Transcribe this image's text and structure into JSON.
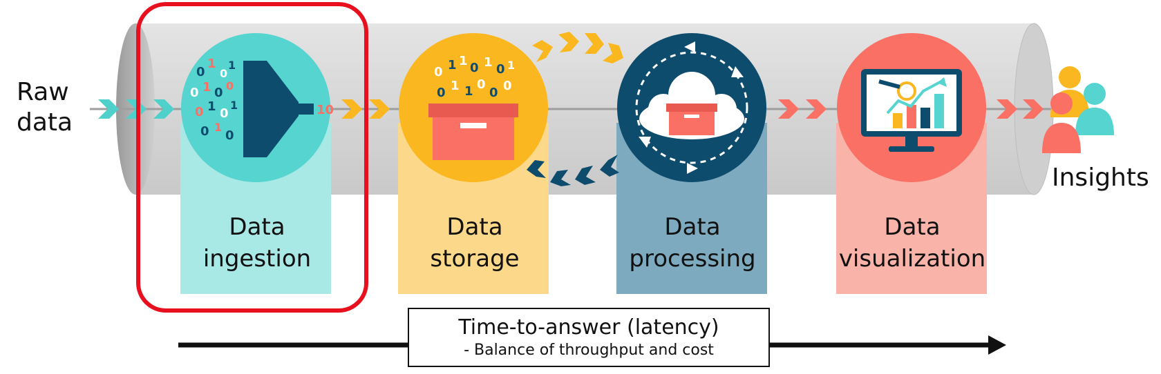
{
  "input_label": [
    "Raw",
    "data"
  ],
  "output_label": "Insights",
  "stages": [
    {
      "id": "ingestion",
      "label_lines": [
        "Data",
        "ingestion"
      ],
      "color": "#56d4d0",
      "panel_color": "#a8e9e6",
      "highlighted": true
    },
    {
      "id": "storage",
      "label_lines": [
        "Data",
        "storage"
      ],
      "color": "#fbb71f",
      "panel_color": "#fcd98a"
    },
    {
      "id": "processing",
      "label_lines": [
        "Data",
        "processing"
      ],
      "color": "#0e4c6d",
      "panel_color": "#7eaabf"
    },
    {
      "id": "visualization",
      "label_lines": [
        "Data",
        "visualization"
      ],
      "color": "#fa7064",
      "panel_color": "#f9b3a9"
    }
  ],
  "latency": {
    "title": "Time-to-answer (latency)",
    "subtitle": "- Balance of throughput and cost"
  },
  "colors": {
    "pipe": "#d9d9d9",
    "highlight_border": "#e8101e",
    "chevron_teal": "#4fd0cb",
    "chevron_gold": "#fbb71f",
    "chevron_salmon": "#fa7064"
  },
  "icons": [
    "funnel-icon",
    "storage-box-icon",
    "cloud-processing-icon",
    "monitor-chart-icon",
    "people-icon"
  ]
}
